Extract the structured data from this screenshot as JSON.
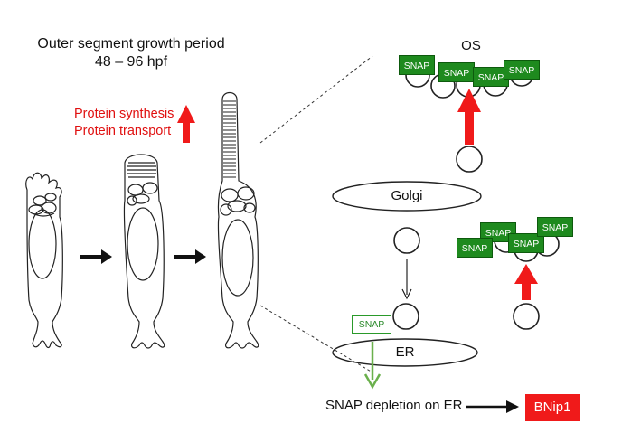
{
  "header": {
    "title_line1": "Outer segment growth period",
    "title_line2": "48 – 96 hpf"
  },
  "indicator": {
    "line1": "Protein synthesis",
    "line2": "Protein transport"
  },
  "labels": {
    "os": "OS",
    "golgi": "Golgi",
    "er": "ER",
    "snap": "SNAP",
    "depletion": "SNAP depletion on ER",
    "bnip": "BNip1"
  },
  "colors": {
    "snap_green": "#1e8a1e",
    "arrow_red": "#f01a1a",
    "depletion_green": "#6ab04c",
    "bnip_red": "#f01a1a"
  }
}
